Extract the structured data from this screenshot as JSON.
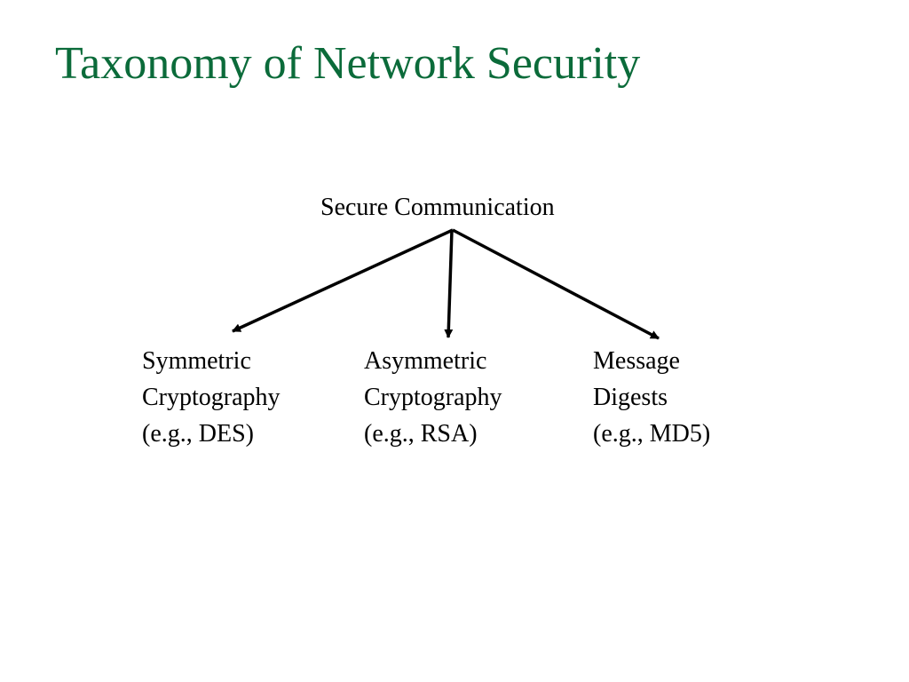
{
  "slide": {
    "title": "Taxonomy of Network Security",
    "title_color": "#0b6b3a"
  },
  "diagram": {
    "root": {
      "label": "Secure Communication"
    },
    "children": [
      {
        "lines": [
          "Symmetric",
          "Cryptography",
          "(e.g., DES)"
        ]
      },
      {
        "lines": [
          "Asymmetric",
          "Cryptography",
          "(e.g., RSA)"
        ]
      },
      {
        "lines": [
          "Message",
          "Digests",
          "(e.g., MD5)"
        ]
      }
    ],
    "arrow_color": "#000000"
  }
}
